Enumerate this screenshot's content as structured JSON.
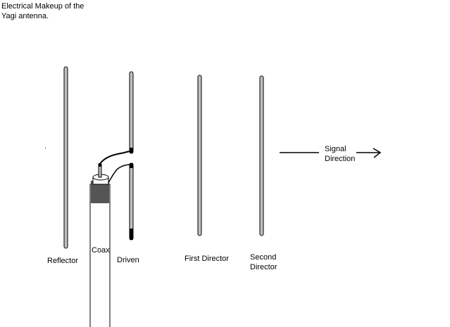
{
  "title_line1": "Electrical Makeup of the",
  "title_line2": "Yagi antenna.",
  "labels": {
    "reflector": "Reflector",
    "coax": "Coax",
    "driven": "Driven",
    "first_director": "First Director",
    "second_director_line1": "Second",
    "second_director_line2": "Director",
    "signal_line1": "Signal",
    "signal_line2": "Direction"
  },
  "colors": {
    "rod_fill": "#c0c0c0",
    "outline": "#000000",
    "braid": "#555555"
  }
}
